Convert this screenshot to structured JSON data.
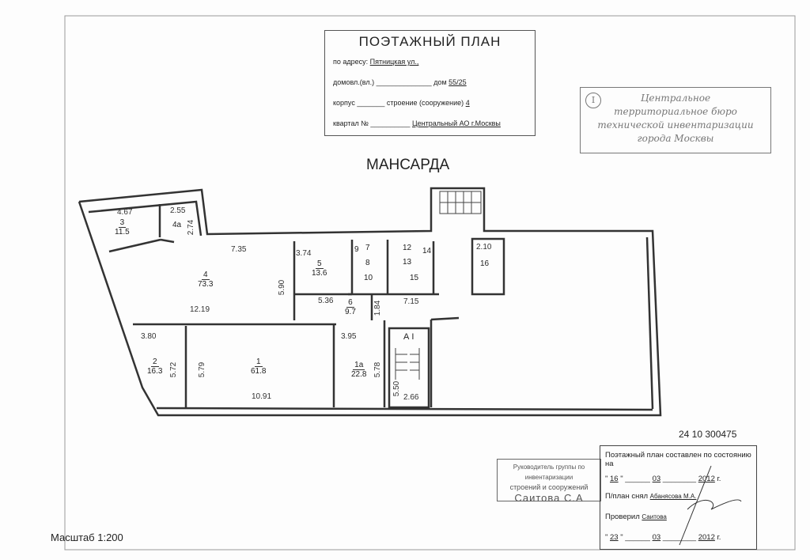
{
  "title_block": {
    "heading": "ПОЭТАЖНЫЙ ПЛАН",
    "address_label": "по адресу:",
    "address_value": "Пятницкая ул.,",
    "domovl_label": "домовл.(вл.)",
    "dom_label": "дом",
    "dom_value": "55/25",
    "korpus_label": "корпус",
    "stroenie_label": "строение (сооружение)",
    "stroenie_value": "4",
    "kvartal_label": "квартал №",
    "district_value": "Центральный АО г.Москвы"
  },
  "bti_stamp": {
    "emblem": "I",
    "lines": [
      "Центральное",
      "территориальное бюро",
      "технической инвентаризации",
      "города Москвы"
    ]
  },
  "floor_title": "МАНСАРДА",
  "rooms": [
    {
      "num": "3",
      "area": "11.5"
    },
    {
      "num": "4а"
    },
    {
      "num": "4",
      "area": "73.3"
    },
    {
      "num": "5",
      "area": "13.6"
    },
    {
      "num": "6",
      "area": "9.7"
    },
    {
      "num": "2",
      "area": "16.3"
    },
    {
      "num": "1",
      "area": "61.8"
    },
    {
      "num": "1а",
      "area": "22.8"
    },
    {
      "num": "7"
    },
    {
      "num": "8"
    },
    {
      "num": "9"
    },
    {
      "num": "10"
    },
    {
      "num": "12"
    },
    {
      "num": "13"
    },
    {
      "num": "14"
    },
    {
      "num": "15"
    },
    {
      "num": "16"
    }
  ],
  "dimensions": {
    "d467": "4.67",
    "d255": "2.55",
    "d274": "2.74",
    "d735": "7.35",
    "d1219": "12.19",
    "d590": "5.90",
    "d374": "3.74",
    "d536": "5.36",
    "d380": "3.80",
    "d572": "5.72",
    "d579": "5.79",
    "d1091": "10.91",
    "d395": "3.95",
    "d578": "5.78",
    "d184": "1.84",
    "d715": "7.15",
    "d550": "5.50",
    "d266": "2.66",
    "d210": "2.10"
  },
  "stair_label": "А I",
  "registry_number": "24 10 300475",
  "scale": "Масштаб 1:200",
  "inspector_stamp": [
    "Руководитель группы по инвентаризации",
    "строений и сооружений",
    "Саитова С.А"
  ],
  "status_block": {
    "line1": "Поэтажный план составлен по состоянию на",
    "date1": {
      "day": "16",
      "month": "03",
      "year": "2012",
      "suffix": "г."
    },
    "surveyed_label": "П/план снял",
    "surveyed_value": "Абанясова М.А.",
    "checked_label": "Проверил",
    "checked_value": "Саитова",
    "date2": {
      "day": "23",
      "month": "03",
      "year": "2012",
      "suffix": "г."
    }
  }
}
